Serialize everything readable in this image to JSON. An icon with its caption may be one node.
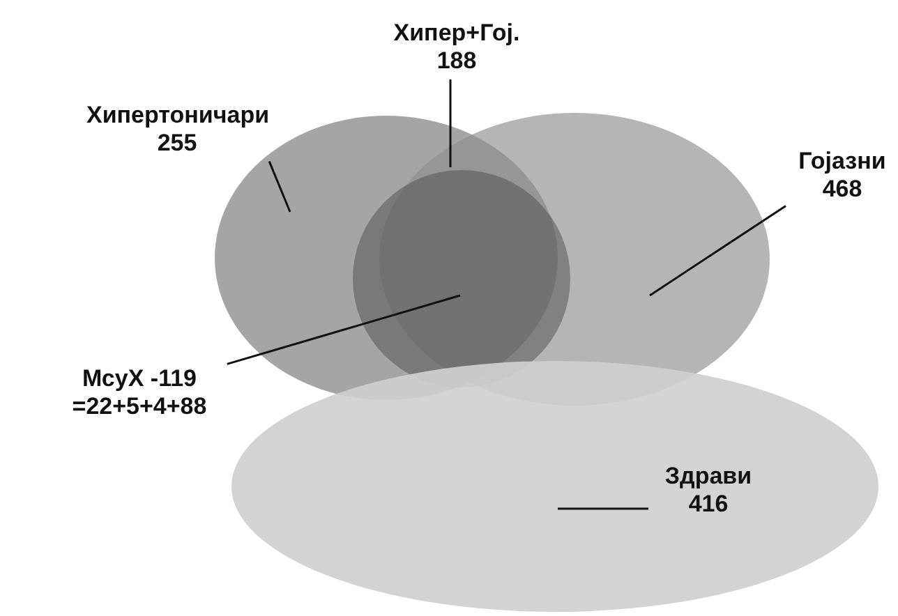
{
  "diagram": {
    "nodes": [
      {
        "text": [
          "Хипер+Гој.",
          "188"
        ]
      },
      {
        "text": [
          "Хипертоничари",
          "255"
        ]
      },
      {
        "text": [
          "Гојазни",
          "468"
        ]
      },
      {
        "text": [
          "МсуХ -119",
          "=22+5+4+88"
        ]
      },
      {
        "text": [
          "Здрави",
          "416"
        ],
        "in": 8
      },
      {
        "text": [],
        "shape": "circle"
      },
      {
        "text": [],
        "shape": "circle"
      },
      {
        "text": [],
        "shape": "circle"
      },
      {
        "text": [],
        "shape": "circle"
      }
    ],
    "edges": [
      {
        "from": 0,
        "to": 5,
        "arrow": "none"
      },
      {
        "from": 1,
        "to": 5,
        "arrow": "none"
      },
      {
        "from": 2,
        "to": 6,
        "arrow": "none"
      },
      {
        "from": 3,
        "to": 7,
        "arrow": "none"
      },
      {
        "from": 4,
        "to": 8,
        "arrow": "none"
      }
    ]
  }
}
